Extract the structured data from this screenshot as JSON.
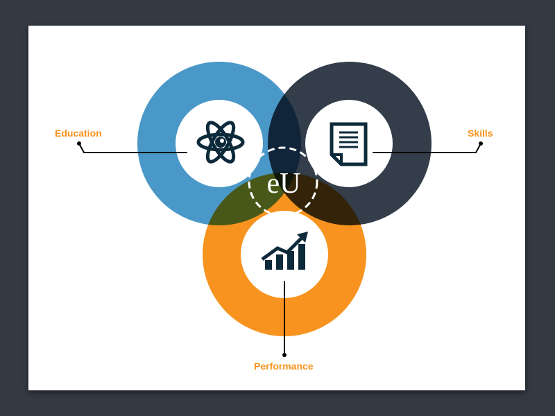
{
  "logo_text": "eU",
  "labels": {
    "education": "Education",
    "skills": "Skills",
    "performance": "Performance"
  },
  "colors": {
    "education": "#4a98c8",
    "skills": "#343d4a",
    "performance": "#f7931e",
    "label": "#f7931e",
    "icon": "#0d2a3a"
  }
}
